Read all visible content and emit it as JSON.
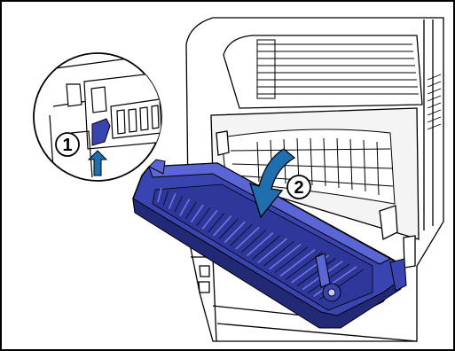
{
  "figure": {
    "steps": [
      {
        "number": "1",
        "action": "lift-lever"
      },
      {
        "number": "2",
        "action": "lower-cover"
      }
    ],
    "colors": {
      "cover": "#3a44b0",
      "cover_light": "#5b66d6",
      "cover_dark": "#222a78",
      "arrow": "#1f6fae",
      "printer_body": "#ffffff",
      "line": "#000000",
      "background": "#ffffff"
    }
  }
}
